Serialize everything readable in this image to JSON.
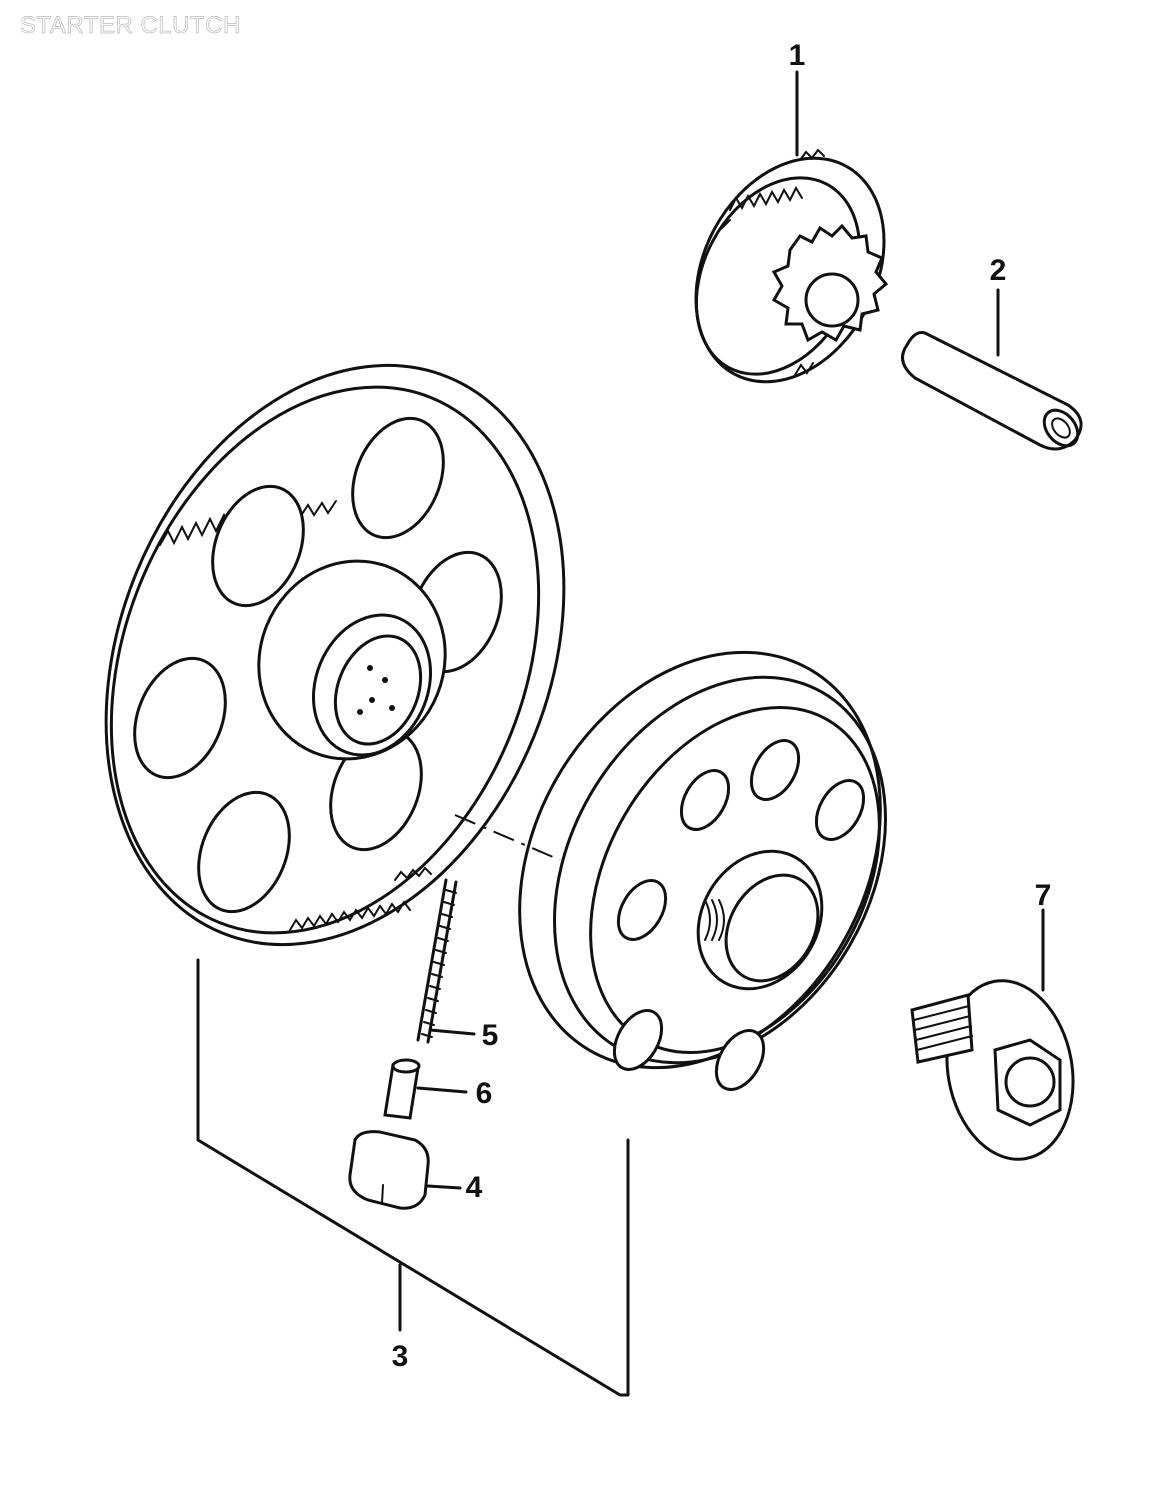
{
  "title": "STARTER CLUTCH",
  "callouts": [
    {
      "id": "c1",
      "label": "1"
    },
    {
      "id": "c2",
      "label": "2"
    },
    {
      "id": "c3",
      "label": "3"
    },
    {
      "id": "c4",
      "label": "4"
    },
    {
      "id": "c5",
      "label": "5"
    },
    {
      "id": "c6",
      "label": "6"
    },
    {
      "id": "c7",
      "label": "7"
    }
  ]
}
